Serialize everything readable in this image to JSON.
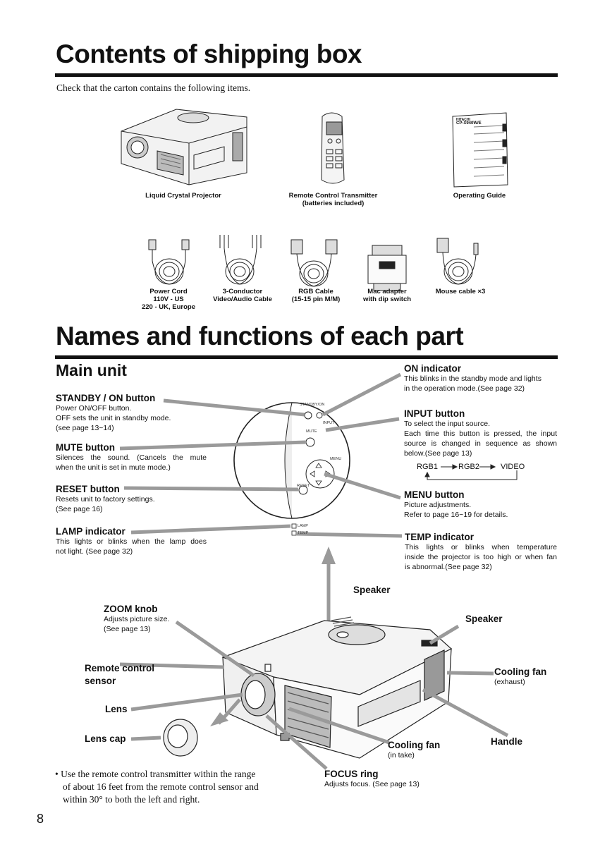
{
  "page_title": "Contents of shipping box",
  "intro": "Check that the carton contains the following items.",
  "shipping_items": [
    {
      "label": "Liquid Crystal Projector"
    },
    {
      "label": "Remote Control Transmitter",
      "sub": "(batteries included)"
    },
    {
      "label": "Operating Guide"
    },
    {
      "label": "Power Cord",
      "sub": "110V - US",
      "sub2": "220 - UK, Europe"
    },
    {
      "label": "3-Conductor",
      "sub": "Video/Audio Cable"
    },
    {
      "label": "RGB Cable",
      "sub": "(15-15 pin M/M)"
    },
    {
      "label": "Mac adapter",
      "sub": "with dip switch"
    },
    {
      "label": "Mouse cable ×3"
    }
  ],
  "guide_cover": {
    "brand": "HITACHI",
    "model": "CP-X940W/E"
  },
  "section2_title": "Names and functions of each part",
  "main_unit_title": "Main unit",
  "parts": {
    "standby": {
      "title": "STANDBY / ON button",
      "lines": [
        "Power ON/OFF button.",
        "OFF sets the unit in standby mode.",
        "(see page 13~14)"
      ]
    },
    "mute": {
      "title": "MUTE button",
      "lines": [
        "Silences the sound. (Cancels the mute",
        "when the unit is set in mute mode.)"
      ]
    },
    "reset": {
      "title": "RESET button",
      "lines": [
        "Resets unit to factory settings.",
        "(See page 16)"
      ]
    },
    "lamp": {
      "title": "LAMP indicator",
      "lines": [
        "This lights or blinks when the lamp does",
        "not light. (See page 32)"
      ]
    },
    "on_indicator": {
      "title": "ON indicator",
      "lines": [
        "This blinks in the standby mode and lights",
        "in the operation mode.(See page 32)"
      ]
    },
    "input": {
      "title": "INPUT button",
      "lines": [
        "To select the input source.",
        "Each time this button is pressed, the input",
        "source is changed in sequence as shown",
        "below.(See page 13)"
      ]
    },
    "menu": {
      "title": "MENU button",
      "lines": [
        "Picture adjustments.",
        "Refer to page 16~19 for details."
      ]
    },
    "temp": {
      "title": "TEMP indicator",
      "lines": [
        "This lights or blinks when temperature",
        "inside the projector is too high or when fan",
        "is abnormal.(See page 32)"
      ]
    }
  },
  "input_sequence": [
    "RGB1",
    "RGB2",
    "VIDEO"
  ],
  "panel_labels": {
    "standby_on": "STANDBY/ON",
    "input": "INPUT",
    "mute": "MUTE",
    "menu": "MENU",
    "reset": "RESET",
    "lamp": "LAMP",
    "temp": "TEMP"
  },
  "lower": {
    "speaker_top": "Speaker",
    "zoom": {
      "title": "ZOOM knob",
      "lines": [
        "Adjusts picture size.",
        "(See page 13)"
      ]
    },
    "speaker_right": "Speaker",
    "remote_sensor": {
      "line1": "Remote control",
      "line2": "sensor"
    },
    "cooling_fan_exhaust": {
      "title": "Cooling fan",
      "sub": "(exhaust)"
    },
    "lens": "Lens",
    "lens_cap": "Lens cap",
    "handle": "Handle",
    "cooling_fan_intake": {
      "title": "Cooling fan",
      "sub": "(in take)"
    },
    "focus": {
      "title": "FOCUS ring",
      "sub": "Adjusts focus. (See page 13)"
    }
  },
  "note_lines": [
    "• Use the remote control transmitter within the range",
    "of about 16 feet from the remote control sensor and",
    "within 30° to both the left and right."
  ],
  "page_number": "8"
}
